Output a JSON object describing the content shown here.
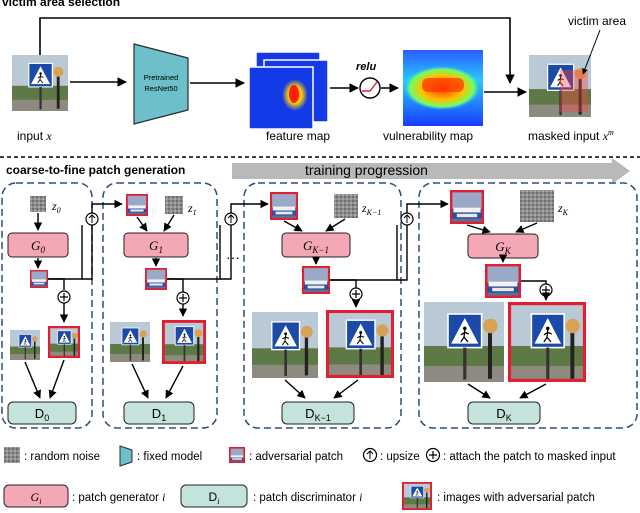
{
  "top": {
    "title": "victim area selection",
    "input_label": "input",
    "input_var": "x",
    "model_label_1": "Pretrained",
    "model_label_2": "ResNet50",
    "feature_label": "feature map",
    "relu_label": "relu",
    "vuln_label": "vulnerability map",
    "masked_label": "masked input",
    "masked_var": "x",
    "masked_sup": "m",
    "victim_label": "victim area"
  },
  "bottom": {
    "title": "coarse-to-fine patch generation",
    "progress_label": "training progression",
    "dots": "···",
    "stages": [
      {
        "z": "z",
        "z_sub": "0",
        "g": "G",
        "g_sub": "0",
        "d": "D",
        "d_sub": "0"
      },
      {
        "z": "z",
        "z_sub": "1",
        "g": "G",
        "g_sub": "1",
        "d": "D",
        "d_sub": "1"
      },
      {
        "z": "z",
        "z_sub": "K−1",
        "g": "G",
        "g_sub": "K−1",
        "d": "D",
        "d_sub": "K−1"
      },
      {
        "z": "z",
        "z_sub": "K",
        "g": "G",
        "g_sub": "K",
        "d": "D",
        "d_sub": "K"
      }
    ]
  },
  "legend": {
    "noise": ": random noise",
    "fixed": ": fixed model",
    "patch": ": adversarial patch",
    "upsize": ": upsize",
    "attach": ": attach the patch to masked input",
    "gen_sym": "G",
    "gen_sub": "i",
    "gen": ": patch generator",
    "gen_i": "i",
    "disc_sym": "D",
    "disc_sub": "i",
    "disc": ": patch discriminator",
    "disc_i": "i",
    "images": ": images with adversarial patch"
  },
  "colors": {
    "generator_fill": "#f4a7b4",
    "discriminator_fill": "#c4e3dd",
    "model_fill": "#6dbfc9",
    "dash_border": "#2e4f7f",
    "patch_border": "#e02030",
    "progress_arrow": "#b9b9b9"
  }
}
